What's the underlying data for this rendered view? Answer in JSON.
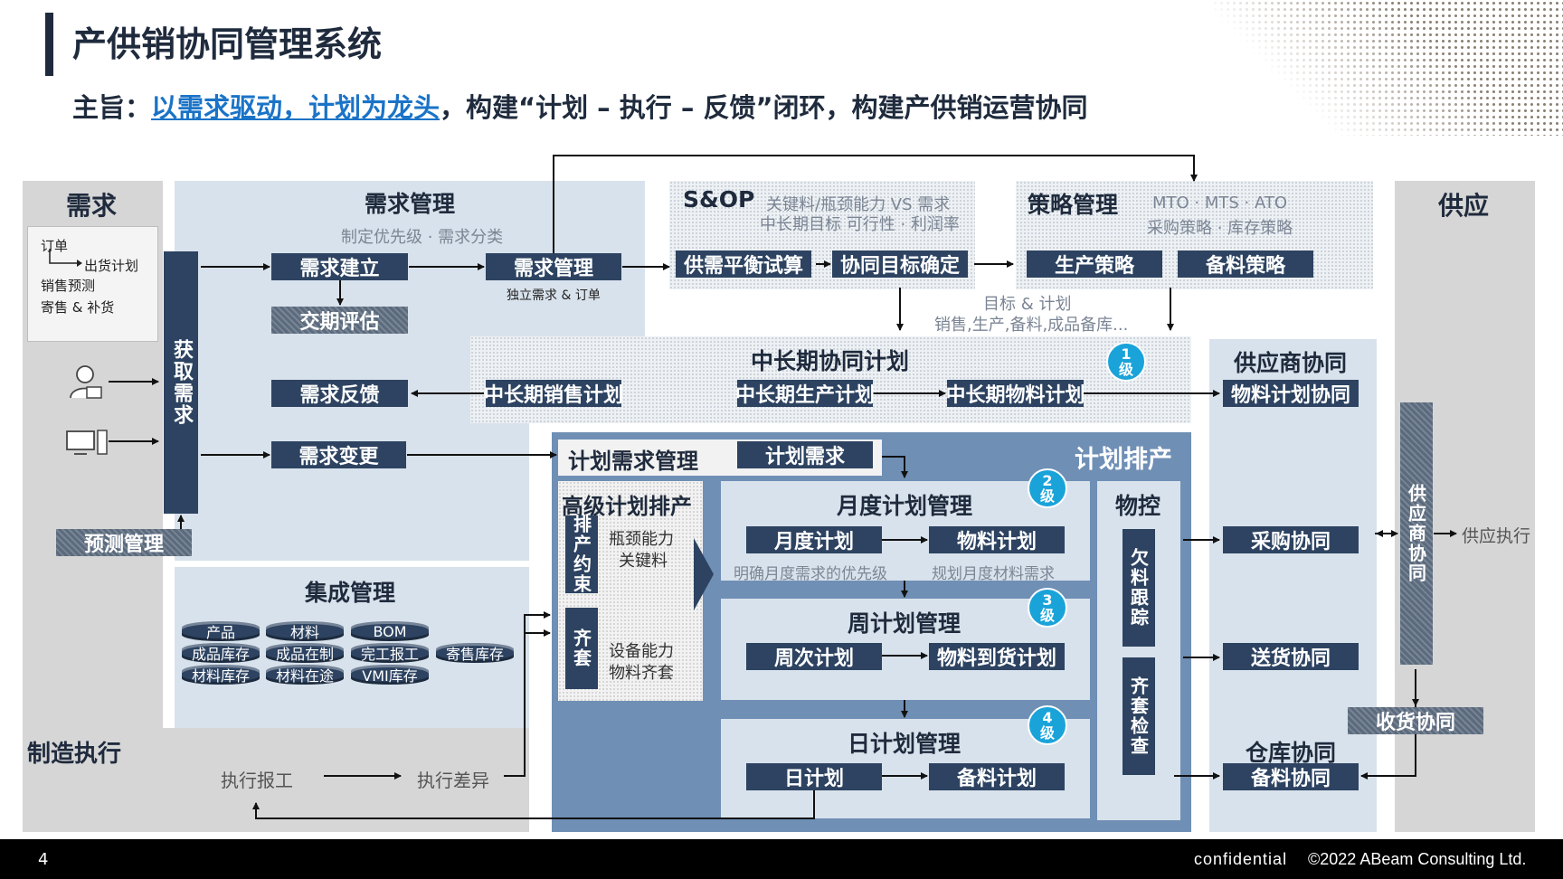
{
  "title": "产供销协同管理系统",
  "subtitle": {
    "prefix": "主旨：",
    "highlight": "以需求驱动，计划为龙头",
    "rest": "，构建“计划 – 执行 – 反馈”闭环，构建产供销运营协同"
  },
  "demand_col": {
    "header": "需求",
    "list": [
      "订单",
      "出货计划",
      "销售预测",
      "寄售 & 补货"
    ],
    "acquire": "获取需求",
    "forecast": "预测管理"
  },
  "demand_mgmt": {
    "header": "需求管理",
    "sub": "制定优先级 · 需求分类",
    "establish": "需求建立",
    "manage": "需求管理",
    "manage_note": "独立需求 & 订单",
    "delivery_eval": "交期评估",
    "feedback": "需求反馈",
    "change": "需求变更"
  },
  "sop": {
    "header": "S&OP",
    "note1": "关键料/瓶颈能力 VS 需求",
    "note2": "中长期目标 可行性 · 利润率",
    "balance": "供需平衡试算",
    "target": "协同目标确定",
    "goal_note1": "目标 & 计划",
    "goal_note2": "销售,生产,备料,成品备库..."
  },
  "strategy": {
    "header": "策略管理",
    "note1": "MTO · MTS · ATO",
    "note2": "采购策略 · 库存策略",
    "production": "生产策略",
    "material": "备料策略"
  },
  "midlong": {
    "header": "中长期协同计划",
    "badge_num": "1",
    "badge_text": "级",
    "sales": "中长期销售计划",
    "production": "中长期生产计划",
    "material": "中长期物料计划"
  },
  "integration": {
    "header": "集成管理",
    "cylinders": [
      "产品",
      "材料",
      "BOM",
      "成品库存",
      "成品在制",
      "完工报工",
      "寄售库存",
      "材料库存",
      "材料在途",
      "VMI库存"
    ]
  },
  "manufacturing": {
    "header": "制造执行",
    "report": "执行报工",
    "diff": "执行差异"
  },
  "planning": {
    "header": "计划排产",
    "demand_mgmt": "计划需求管理",
    "plan_demand": "计划需求",
    "aps": "高级计划排产",
    "constraint": "排产约束",
    "constraint_note1": "瓶颈能力",
    "constraint_note2": "关键料",
    "kitting": "齐套",
    "kitting_note1": "设备能力",
    "kitting_note2": "物料齐套",
    "monthly": {
      "header": "月度计划管理",
      "badge_num": "2",
      "badge_text": "级",
      "plan": "月度计划",
      "material": "物料计划",
      "note1": "明确月度需求的优先级",
      "note2": "规划月度材料需求"
    },
    "weekly": {
      "header": "周计划管理",
      "badge_num": "3",
      "badge_text": "级",
      "plan": "周次计划",
      "material": "物料到货计划"
    },
    "daily": {
      "header": "日计划管理",
      "badge_num": "4",
      "badge_text": "级",
      "plan": "日计划",
      "material": "备料计划"
    },
    "material_control": {
      "header": "物控",
      "tracking": "欠料跟踪",
      "kit_check": "齐套检查"
    }
  },
  "supplier": {
    "header": "供应商协同",
    "material_plan": "物料计划协同",
    "purchase": "采购协同",
    "delivery": "送货协同",
    "receiving": "收货协同",
    "warehouse_header": "仓库协同",
    "prep": "备料协同"
  },
  "supply_col": {
    "header": "供应",
    "supplier_collab": "供应商协同",
    "execution": "供应执行"
  },
  "footer": {
    "page": "4",
    "confidential": "confidential",
    "copyright": "©2022 ABeam Consulting Ltd."
  },
  "colors": {
    "navy": "#2d4361",
    "accent_blue": "#1a73c7",
    "badge": "#1aa3d9",
    "planning_bg": "#6f8fb5"
  }
}
